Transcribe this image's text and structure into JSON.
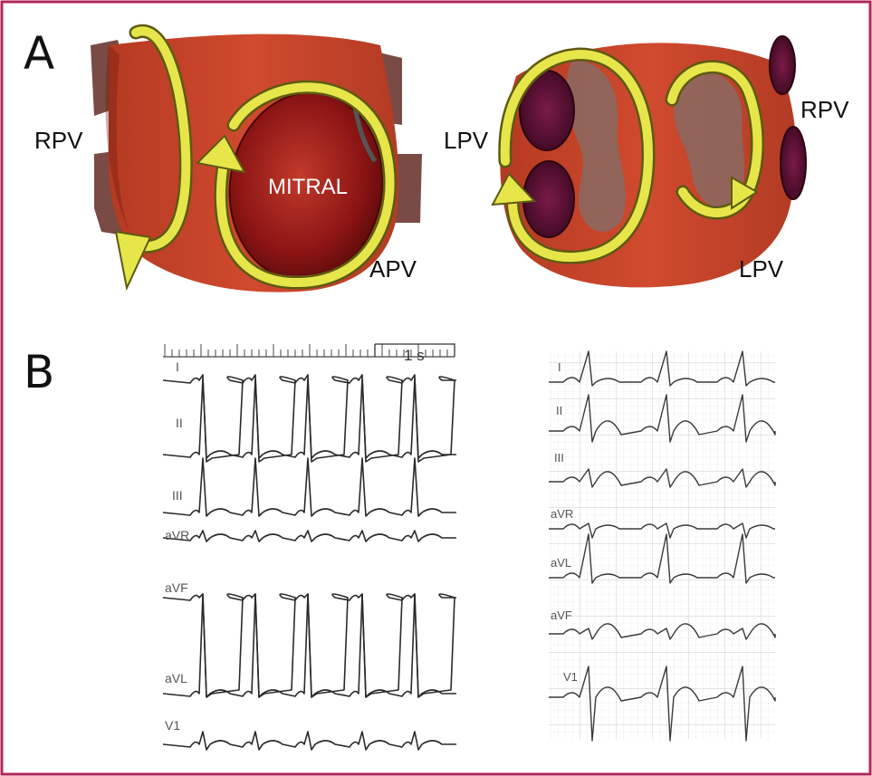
{
  "colors": {
    "frame": "#b0275a",
    "atrium": "#c8442a",
    "atrium_dark": "#9e2e18",
    "vein_stub": "#7a4a44",
    "mitral": "#8a1414",
    "vein_ostium": "#5a0f2e",
    "scar": "#8a6a62",
    "arrow_fill": "#e6e64a",
    "arrow_edge": "#5e5a12",
    "grid": "#cfcfcf"
  },
  "panel_a": {
    "label": "A",
    "left": {
      "rpv_label": "RPV",
      "mitral_label": "MITRAL",
      "apv_label": "APV"
    },
    "right": {
      "lpv_left_label": "LPV",
      "rpv_label": "RPV",
      "lpv_bottom_label": "LPV"
    }
  },
  "panel_b": {
    "label": "B",
    "left_ecg": {
      "scale_label": "1 s",
      "leads": [
        "I",
        "II",
        "III",
        "aVR",
        "aVF",
        "aVL",
        "V1"
      ]
    },
    "right_ecg": {
      "leads": [
        "I",
        "II",
        "III",
        "aVR",
        "aVL",
        "aVF",
        "V1"
      ]
    }
  }
}
